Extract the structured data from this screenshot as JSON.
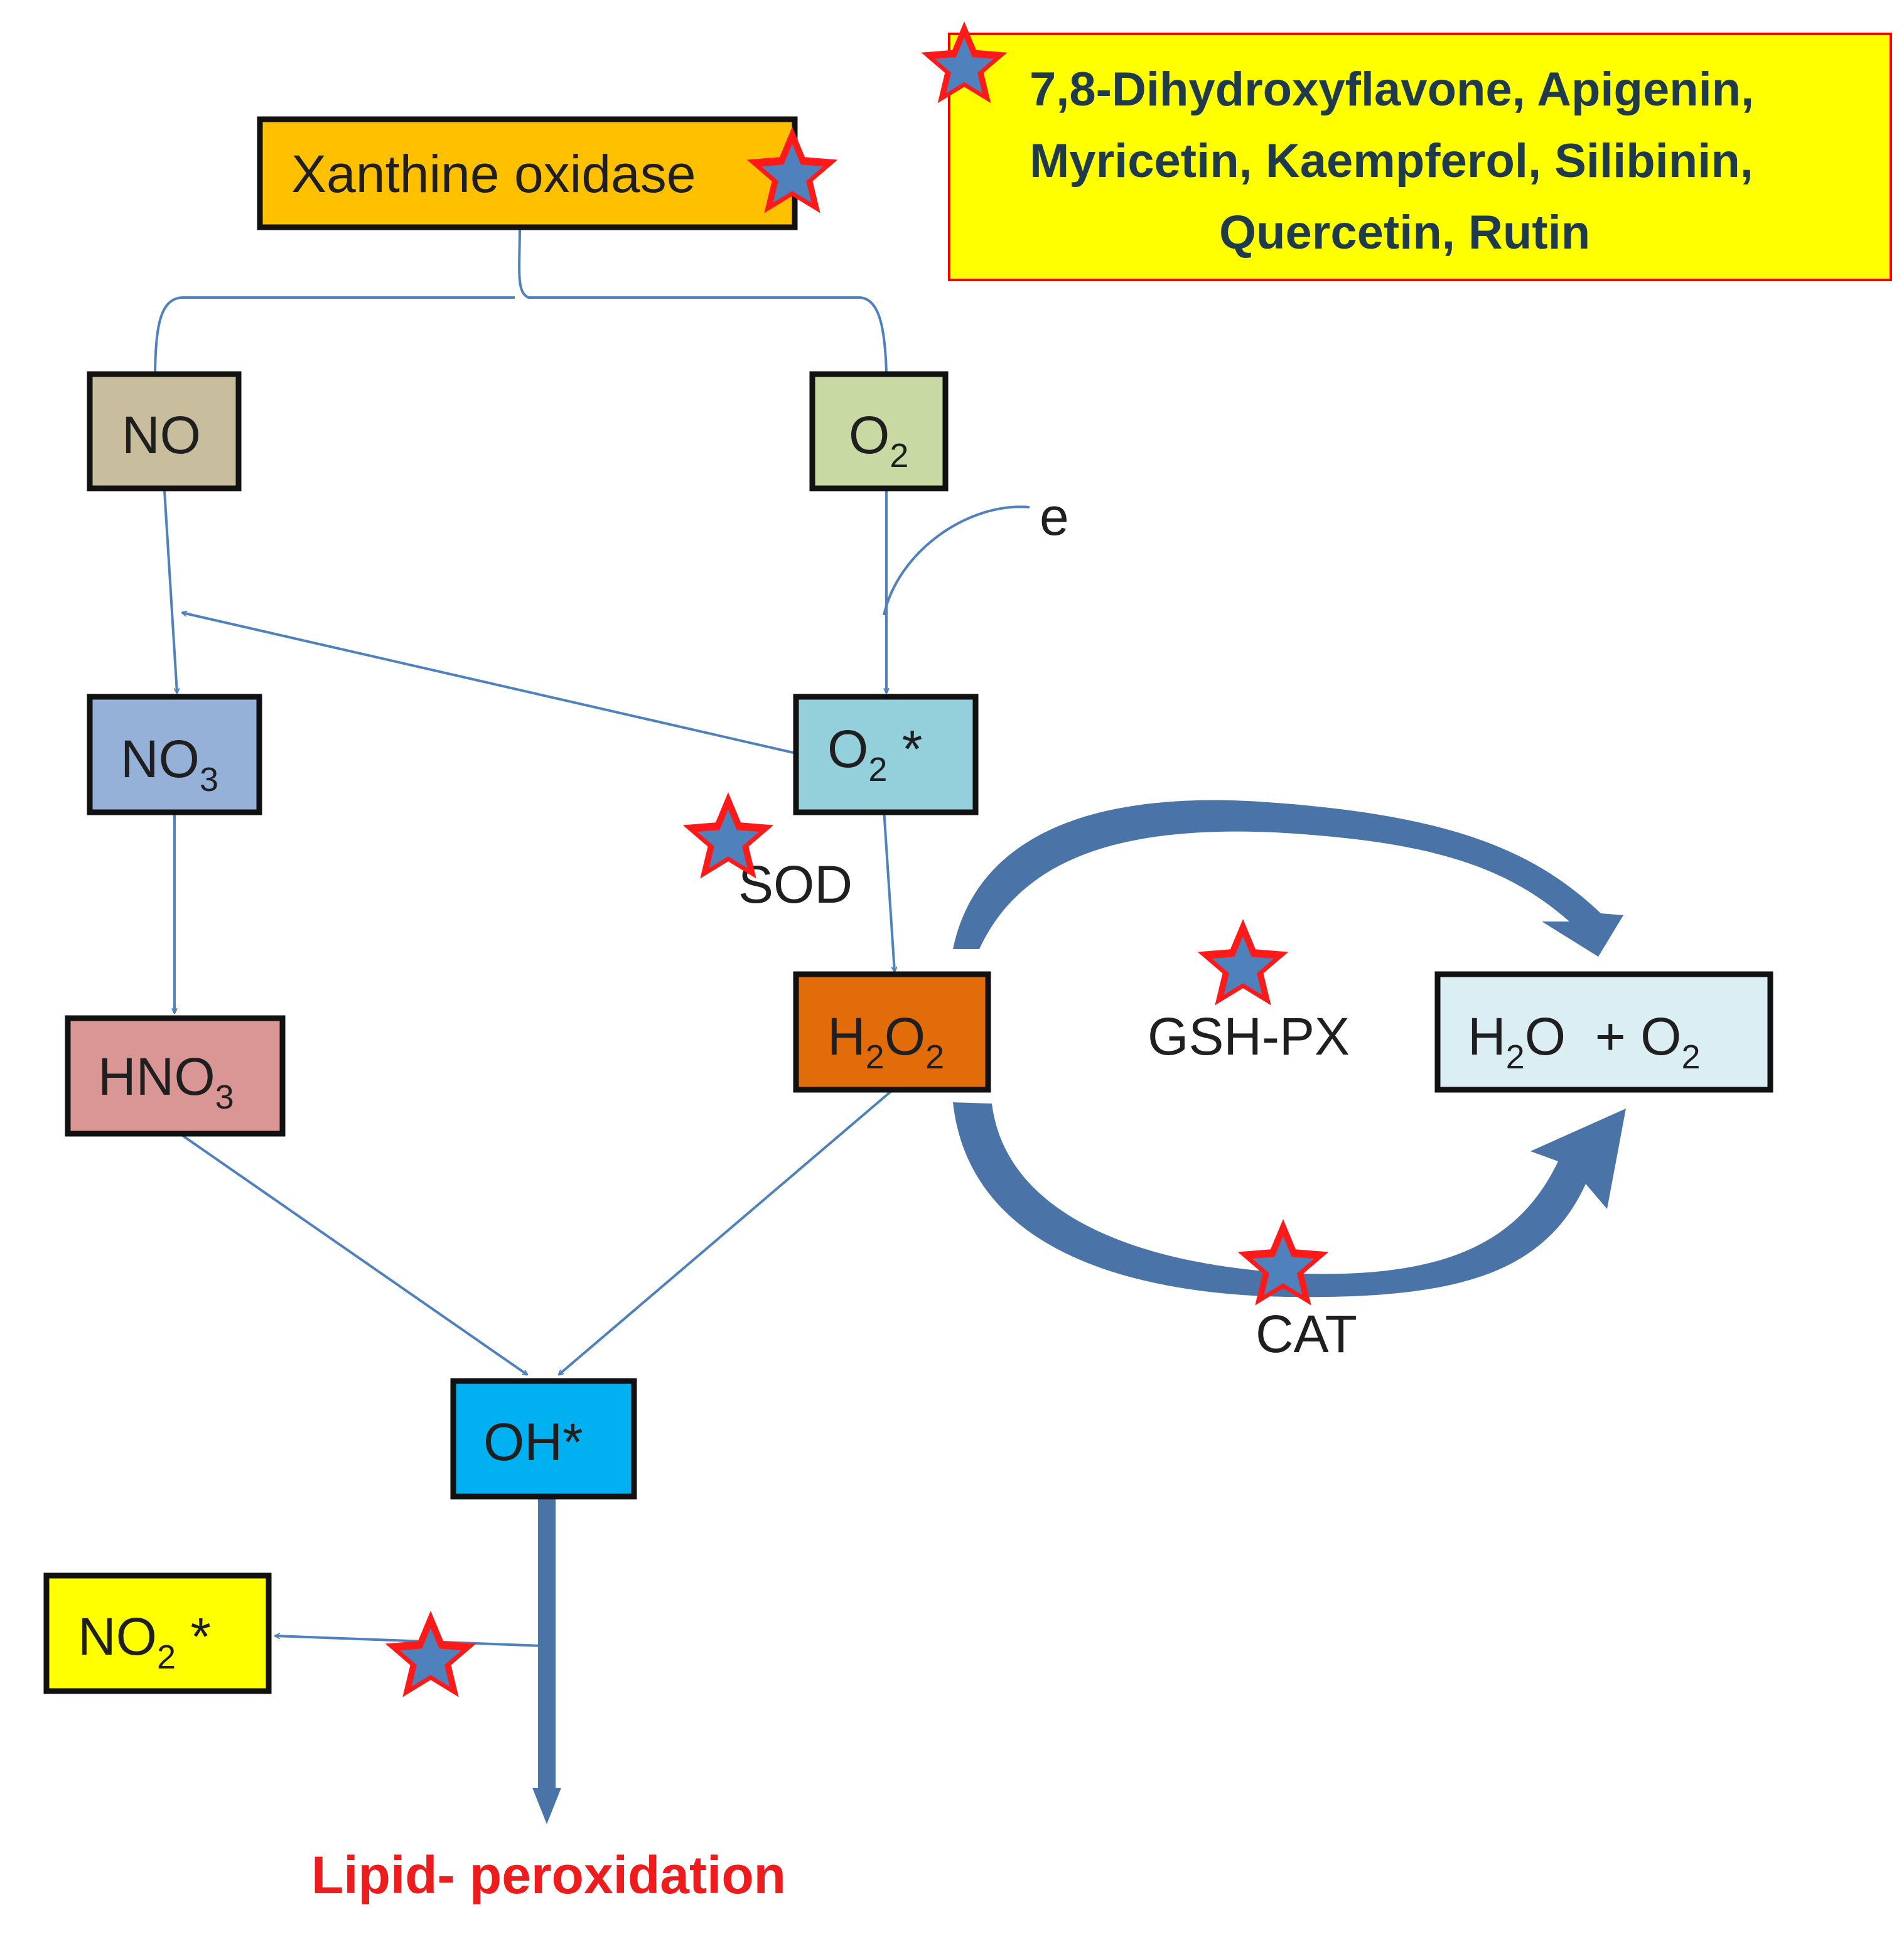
{
  "legend": {
    "line1": "7,8-Dihydroxyflavone, Apigenin,",
    "line2": "Myricetin, Kaempferol, Silibinin,",
    "line3": "Quercetin, Rutin"
  },
  "nodes": {
    "xanthine_oxidase": {
      "label": "Xanthine oxidase",
      "fill": "#ffc000"
    },
    "no": {
      "label": "NO",
      "fill": "#c8bd9c"
    },
    "o2": {
      "base": "O",
      "sub": "2",
      "fill": "#c8d9a3"
    },
    "no3": {
      "base": "NO",
      "sub": "3",
      "fill": "#95b1d8"
    },
    "o2_radical": {
      "base": "O",
      "sub": "2",
      "suffix": " *",
      "fill": "#94cfdc"
    },
    "hno3": {
      "base": "HNO",
      "sub": "3",
      "fill": "#d99694"
    },
    "h2o2": {
      "p1": "H",
      "s1": "2",
      "p2": "O",
      "s2": "2",
      "fill": "#e36c0a"
    },
    "h2o_o2": {
      "p1": "H",
      "s1": "2",
      "p2": "O  + O",
      "s2": "2",
      "fill": "#dbeef4"
    },
    "oh_radical": {
      "label": "OH*",
      "fill": "#00b0f0"
    },
    "no2_radical": {
      "base": "NO",
      "sub": "2",
      "suffix": " *",
      "fill": "#ffff00"
    }
  },
  "labels": {
    "electron": "e",
    "sod": "SOD",
    "gsh_px": "GSH-PX",
    "cat": "CAT",
    "lipid_peroxidation": "Lipid- peroxidation"
  },
  "colors": {
    "connector": "#4f81bd",
    "thick_arrow": "#4a74a8",
    "star_outer": "#ff1a1a",
    "star_inner": "#4f81bd",
    "legend_fill": "#ffff00",
    "legend_border": "#ff0000",
    "lipid_text": "#ee1c1c"
  }
}
